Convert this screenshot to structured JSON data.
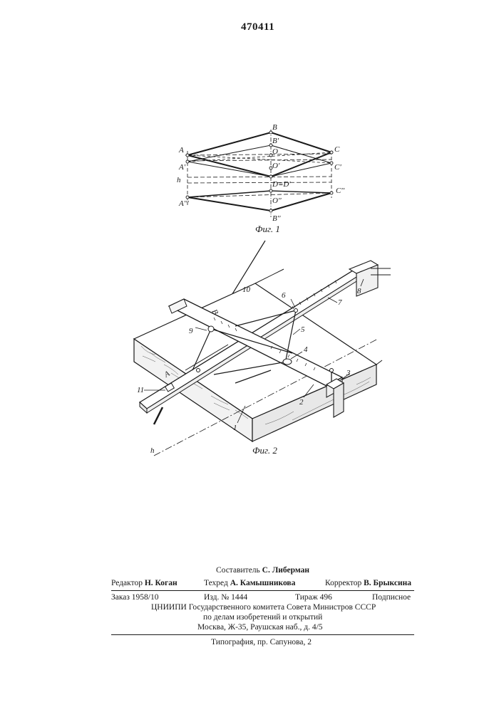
{
  "header": {
    "patent_number": "470411"
  },
  "figure1": {
    "caption": "Фиг. 1",
    "labels": {
      "A": "A",
      "A1": "A'",
      "A3": "A'''",
      "h": "h",
      "B": "B",
      "B1": "B'",
      "O": "O",
      "O1": "O'",
      "D": "D≡D'",
      "O2": "O''",
      "B2": "B''",
      "C": "C",
      "C1": "C'",
      "C2": "C''"
    }
  },
  "figure2": {
    "caption": "Фиг. 2",
    "labels": {
      "n1": "1",
      "n2": "2",
      "n3": "3",
      "n4": "4",
      "n5": "5",
      "n6": "6",
      "n7": "7",
      "n8": "8",
      "n9": "9",
      "n10": "10",
      "n11": "11",
      "A": "A",
      "B": "B",
      "h": "h"
    }
  },
  "footer": {
    "composer_label": "Составитель",
    "composer_name": "С. Либерман",
    "editor_label": "Редактор",
    "editor_name": "Н. Коган",
    "tech_label": "Техред",
    "tech_name": "А. Камышникова",
    "corrector_label": "Корректор",
    "corrector_name": "В. Брыксина",
    "order": "Заказ 1958/10",
    "edition": "Изд. № 1444",
    "print_run": "Тираж 496",
    "subscription": "Подписное",
    "org_line1": "ЦНИИПИ Государственного комитета Совета Министров СССР",
    "org_line2": "по делам изобретений и открытий",
    "org_line3": "Москва, Ж-35, Раушская наб., д. 4/5",
    "printing": "Типография, пр. Сапунова, 2"
  }
}
